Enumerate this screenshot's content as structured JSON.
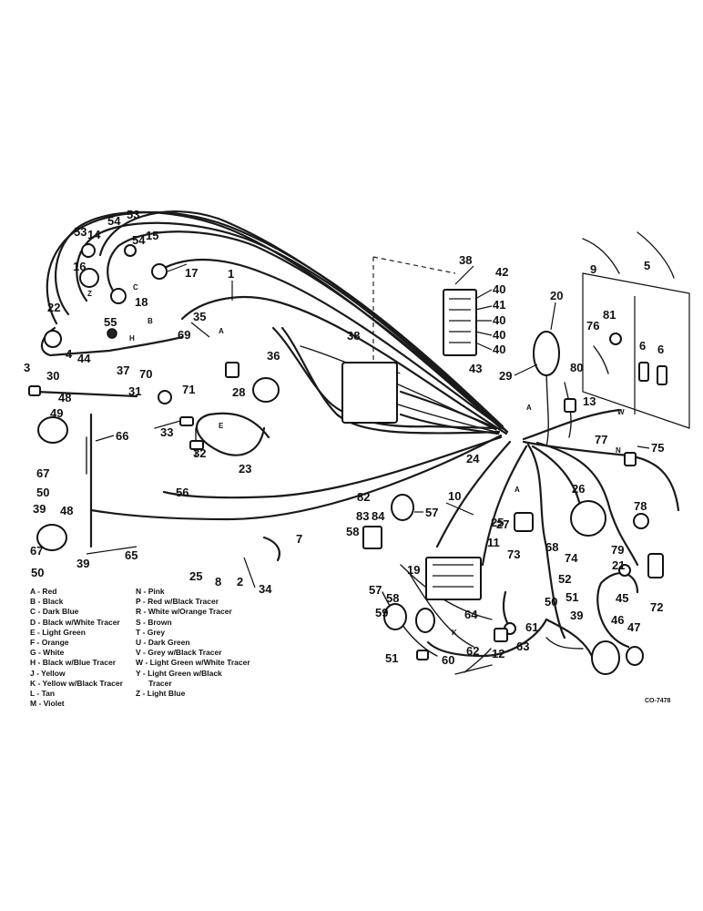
{
  "callouts": {
    "c1": "1",
    "c2": "2",
    "c3": "3",
    "c4": "4",
    "c5": "5",
    "c6a": "6",
    "c6b": "6",
    "c7": "7",
    "c8": "8",
    "c9": "9",
    "c10": "10",
    "c11": "11",
    "c12": "12",
    "c13": "13",
    "c14": "14",
    "c15": "15",
    "c16": "16",
    "c17": "17",
    "c18": "18",
    "c19": "19",
    "c20": "20",
    "c21": "21",
    "c22": "22",
    "c23": "23",
    "c24": "24",
    "c25a": "25",
    "c25b": "25",
    "c26": "26",
    "c27": "27",
    "c28": "28",
    "c29": "29",
    "c30": "30",
    "c31": "31",
    "c32": "32",
    "c33": "33",
    "c34": "34",
    "c35": "35",
    "c36": "36",
    "c37": "37",
    "c38a": "38",
    "c38b": "38",
    "c39a": "39",
    "c39b": "39",
    "c39c": "39",
    "c40a": "40",
    "c40b": "40",
    "c40c": "40",
    "c40d": "40",
    "c41": "41",
    "c42": "42",
    "c43": "43",
    "c44": "44",
    "c45": "45",
    "c46": "46",
    "c47": "47",
    "c48a": "48",
    "c48b": "48",
    "c49": "49",
    "c50a": "50",
    "c50b": "50",
    "c50c": "50",
    "c51a": "51",
    "c51b": "51",
    "c52": "52",
    "c53a": "53",
    "c53b": "53",
    "c54a": "54",
    "c54b": "54",
    "c55": "55",
    "c56": "56",
    "c57a": "57",
    "c57b": "57",
    "c58a": "58",
    "c58b": "58",
    "c59": "59",
    "c60": "60",
    "c61": "61",
    "c62": "62",
    "c63": "63",
    "c64": "64",
    "c65": "65",
    "c66": "66",
    "c67a": "67",
    "c67b": "67",
    "c68": "68",
    "c69": "69",
    "c70": "70",
    "c71": "71",
    "c72": "72",
    "c73": "73",
    "c74": "74",
    "c75": "75",
    "c76": "76",
    "c77": "77",
    "c78": "78",
    "c79": "79",
    "c80": "80",
    "c81": "81",
    "c82": "82",
    "c83": "83",
    "c84": "84"
  },
  "wire_letters": {
    "a1": "A",
    "a2": "A",
    "a3": "A",
    "b1": "B",
    "c1": "C",
    "e1": "E",
    "h1": "H",
    "k1": "K",
    "n1": "N",
    "w1": "W",
    "z1": "Z"
  },
  "legend": {
    "left": [
      "A - Red",
      "B - Black",
      "C - Dark Blue",
      "D - Black w/White Tracer",
      "E - Light Green",
      "F - Orange",
      "G - White",
      "H - Black w/Blue Tracer",
      "J - Yellow",
      "K - Yellow w/Black Tracer",
      "L - Tan",
      "M - Violet"
    ],
    "right": [
      "N - Pink",
      "P - Red w/Black Tracer",
      "R - White w/Orange Tracer",
      "S - Brown",
      "T - Grey",
      "U - Dark Green",
      "V - Grey w/Black Tracer",
      "W - Light Green w/White Tracer",
      "Y - Light Green w/Black",
      "      Tracer",
      "Z - Light Blue"
    ]
  },
  "figure_id": "CO-7478"
}
